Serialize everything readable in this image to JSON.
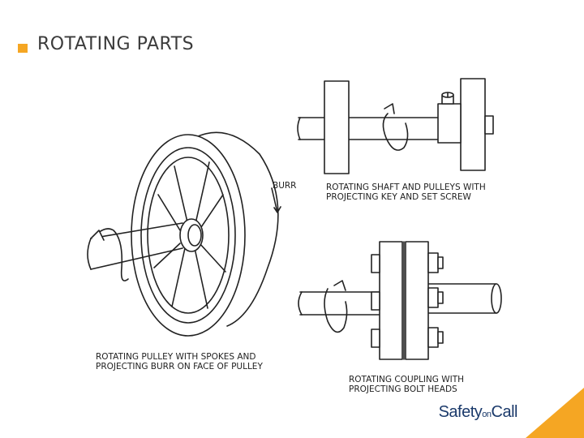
{
  "slide": {
    "title": "ROTATING PARTS"
  },
  "labels": {
    "burr": "BURR",
    "shaft_caption_1": "ROTATING SHAFT AND PULLEYS WITH",
    "shaft_caption_2": "PROJECTING KEY AND SET SCREW",
    "pulley_caption_1": "ROTATING PULLEY WITH SPOKES AND",
    "pulley_caption_2": "PROJECTING BURR ON FACE OF PULLEY",
    "coupling_caption_1": "ROTATING COUPLING WITH",
    "coupling_caption_2": "PROJECTING BOLT HEADS"
  },
  "logo": {
    "part1": "Safety",
    "part2": "on",
    "part3": "Call"
  },
  "colors": {
    "accent": "#f5a623",
    "logo_text": "#1b3a6b",
    "line": "#222222"
  }
}
